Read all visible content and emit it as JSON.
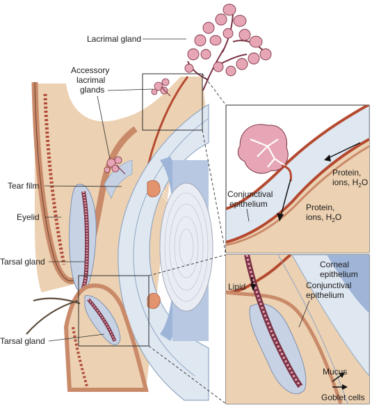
{
  "labels": {
    "lacrimal_gland": "Lacrimal gland",
    "accessory_1": "Accessory",
    "accessory_2": "lacrimal",
    "accessory_3": "glands",
    "tear_film": "Tear film",
    "eyelid": "Eyelid",
    "tarsal_gland_upper": "Tarsal gland",
    "tarsal_gland_lower": "Tarsal gland",
    "conj_epi_1": "Conjunctival",
    "conj_epi_2": "epithelium",
    "protein_a_1": "Protein,",
    "protein_a_2": "ions, H",
    "protein_a_sub": "2",
    "protein_a_3": "O",
    "protein_b_1": "Protein,",
    "protein_b_2": "ions, H",
    "protein_b_sub": "2",
    "protein_b_3": "O",
    "lipid": "Lipid",
    "corneal_epi_1": "Corneal",
    "corneal_epi_2": "epithelium",
    "conj_epi_b_1": "Conjunctival",
    "conj_epi_b_2": "epithelium",
    "mucus": "Mucus",
    "goblet_cells": "Goblet cells"
  },
  "colors": {
    "skin": "#ecd1b2",
    "lid_edge": "#c98a6a",
    "gland_pink": "#e7a6b5",
    "gland_dark": "#7a3244",
    "cornea": "#dfe7f1",
    "cornea_edge": "#8fa7c4",
    "iris_blue": "#9fb5d8",
    "lens": "#e9ecf3",
    "conj_line": "#b5492f",
    "outline": "#2a2a2a"
  }
}
